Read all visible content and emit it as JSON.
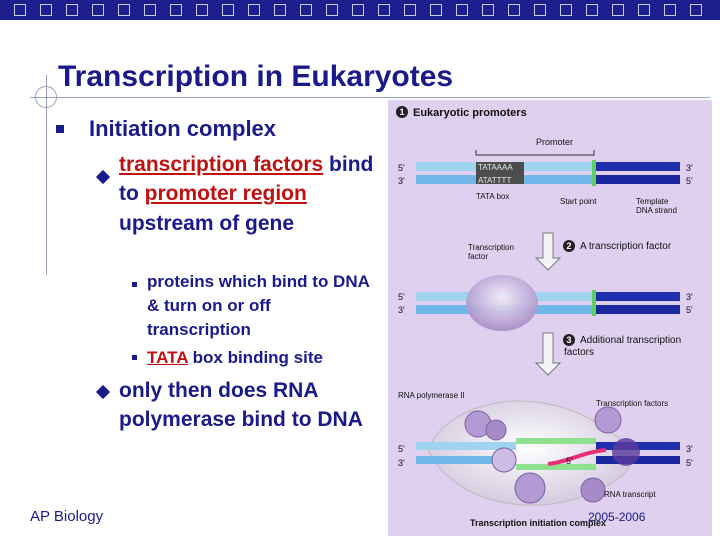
{
  "slide": {
    "title": "Transcription in Eukaryotes",
    "bullet1": "Initiation complex",
    "bullet2": {
      "red1": "transcription factors",
      "text1": " bind to ",
      "red2": "promoter region",
      "text2": " upstream of gene"
    },
    "sub1": "proteins which bind to DNA & turn on or off transcription",
    "sub2": {
      "red": "TATA",
      "text": " box binding site"
    },
    "bullet3": "only then does RNA polymerase bind to DNA",
    "footer": "AP Biology"
  },
  "figure": {
    "step1_num": "1",
    "step1": "Eukaryotic promoters",
    "promoter": "Promoter",
    "five_prime": "5'",
    "three_prime": "3'",
    "tata_top": "TATAAAA",
    "tata_bottom": "ATATTTT",
    "tata_box": "TATA box",
    "start_point": "Start point",
    "template1": "Template",
    "template2": "DNA strand",
    "tf1": "Transcription",
    "tf2": "factor",
    "step2_num": "2",
    "step2": "A transcription factor",
    "step3_num": "3",
    "step3a": "Additional transcription",
    "step3b": "factors",
    "rna_pol": "RNA polymerase II",
    "tfs": "Transcription factors",
    "rna_transcript": "RNA transcript",
    "complex": "Transcription initiation complex",
    "year": "2005-2006"
  }
}
